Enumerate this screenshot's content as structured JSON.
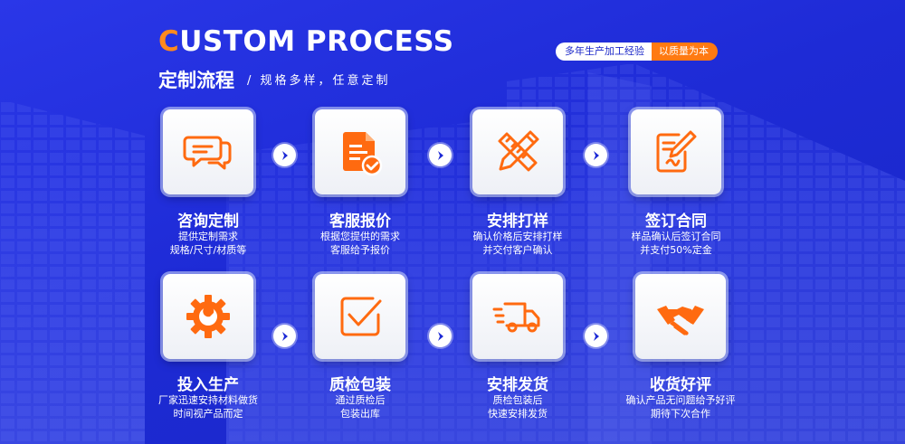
{
  "header": {
    "title_first": "C",
    "title_rest": "USTOM PROCESS",
    "title_cn": "定制流程",
    "subtitle": "/ 规格多样，任意定制",
    "badge_left": "多年生产加工经验",
    "badge_right": "以质量为本"
  },
  "colors": {
    "accent": "#ff7a12",
    "background": "#1e2bd6",
    "text": "#ffffff"
  },
  "steps": [
    {
      "icon": "chat-bubbles-icon",
      "title": "咨询定制",
      "desc1": "提供定制需求",
      "desc2": "规格/尺寸/材质等"
    },
    {
      "icon": "quote-document-icon",
      "title": "客服报价",
      "desc1": "根据您提供的需求",
      "desc2": "客服给予报价"
    },
    {
      "icon": "ruler-pencil-icon",
      "title": "安排打样",
      "desc1": "确认价格后安排打样",
      "desc2": "并交付客户确认"
    },
    {
      "icon": "sign-contract-icon",
      "title": "签订合同",
      "desc1": "样品确认后签订合同",
      "desc2": "并支付50%定金"
    },
    {
      "icon": "gear-wrench-icon",
      "title": "投入生产",
      "desc1": "厂家迅速安持材料做货",
      "desc2": "时间视产品而定"
    },
    {
      "icon": "checkbox-icon",
      "title": "质检包装",
      "desc1": "通过质检后",
      "desc2": "包装出库"
    },
    {
      "icon": "delivery-truck-icon",
      "title": "安排发货",
      "desc1": "质检包装后",
      "desc2": "快速安排发货"
    },
    {
      "icon": "handshake-icon",
      "title": "收货好评",
      "desc1": "确认产品无问题给予好评",
      "desc2": "期待下次合作"
    }
  ]
}
